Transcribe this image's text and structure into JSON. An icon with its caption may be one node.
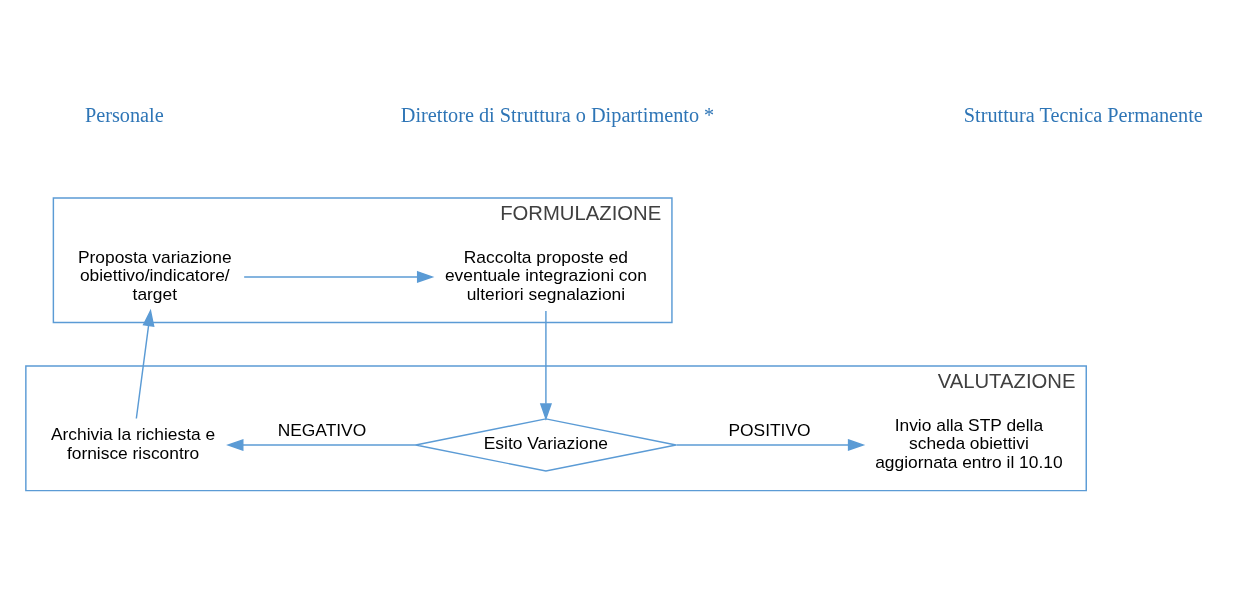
{
  "diagram": {
    "nodes": [
      {
        "text": [
          "FORMULAZIONE"
        ]
      },
      {
        "text": [
          "Proposta variazione obiettivo/indicatore/ target"
        ],
        "in": 0
      },
      {
        "text": [
          "Raccolta proposte ed eventuale integrazioni con ulteriori segnalazioni"
        ],
        "in": 0
      },
      {
        "text": [
          "VALUTAZIONE"
        ]
      },
      {
        "text": [
          "Archivia la richiesta e fornisce riscontro"
        ],
        "in": 3
      },
      {
        "text": [
          "Esito Variazione"
        ],
        "in": 3
      },
      {
        "text": [
          "Invio alla STP della scheda obiettivi aggiornata entro il 10.10"
        ],
        "in": 3
      }
    ],
    "edges": [
      {
        "from": 1,
        "to": 2,
        "arrow": "to"
      },
      {
        "from": 2,
        "to": 5,
        "arrow": "to"
      },
      {
        "from": 5,
        "to": 4,
        "arrow": "to",
        "label": "NEGATIVO"
      },
      {
        "from": 5,
        "to": 6,
        "arrow": "to",
        "label": "POSITIVO"
      },
      {
        "from": 4,
        "to": 1,
        "arrow": "to"
      }
    ],
    "labels": [
      "Personale",
      "Direttore di Struttura o Dipartimento *",
      "Struttura Tecnica Permanente"
    ]
  }
}
